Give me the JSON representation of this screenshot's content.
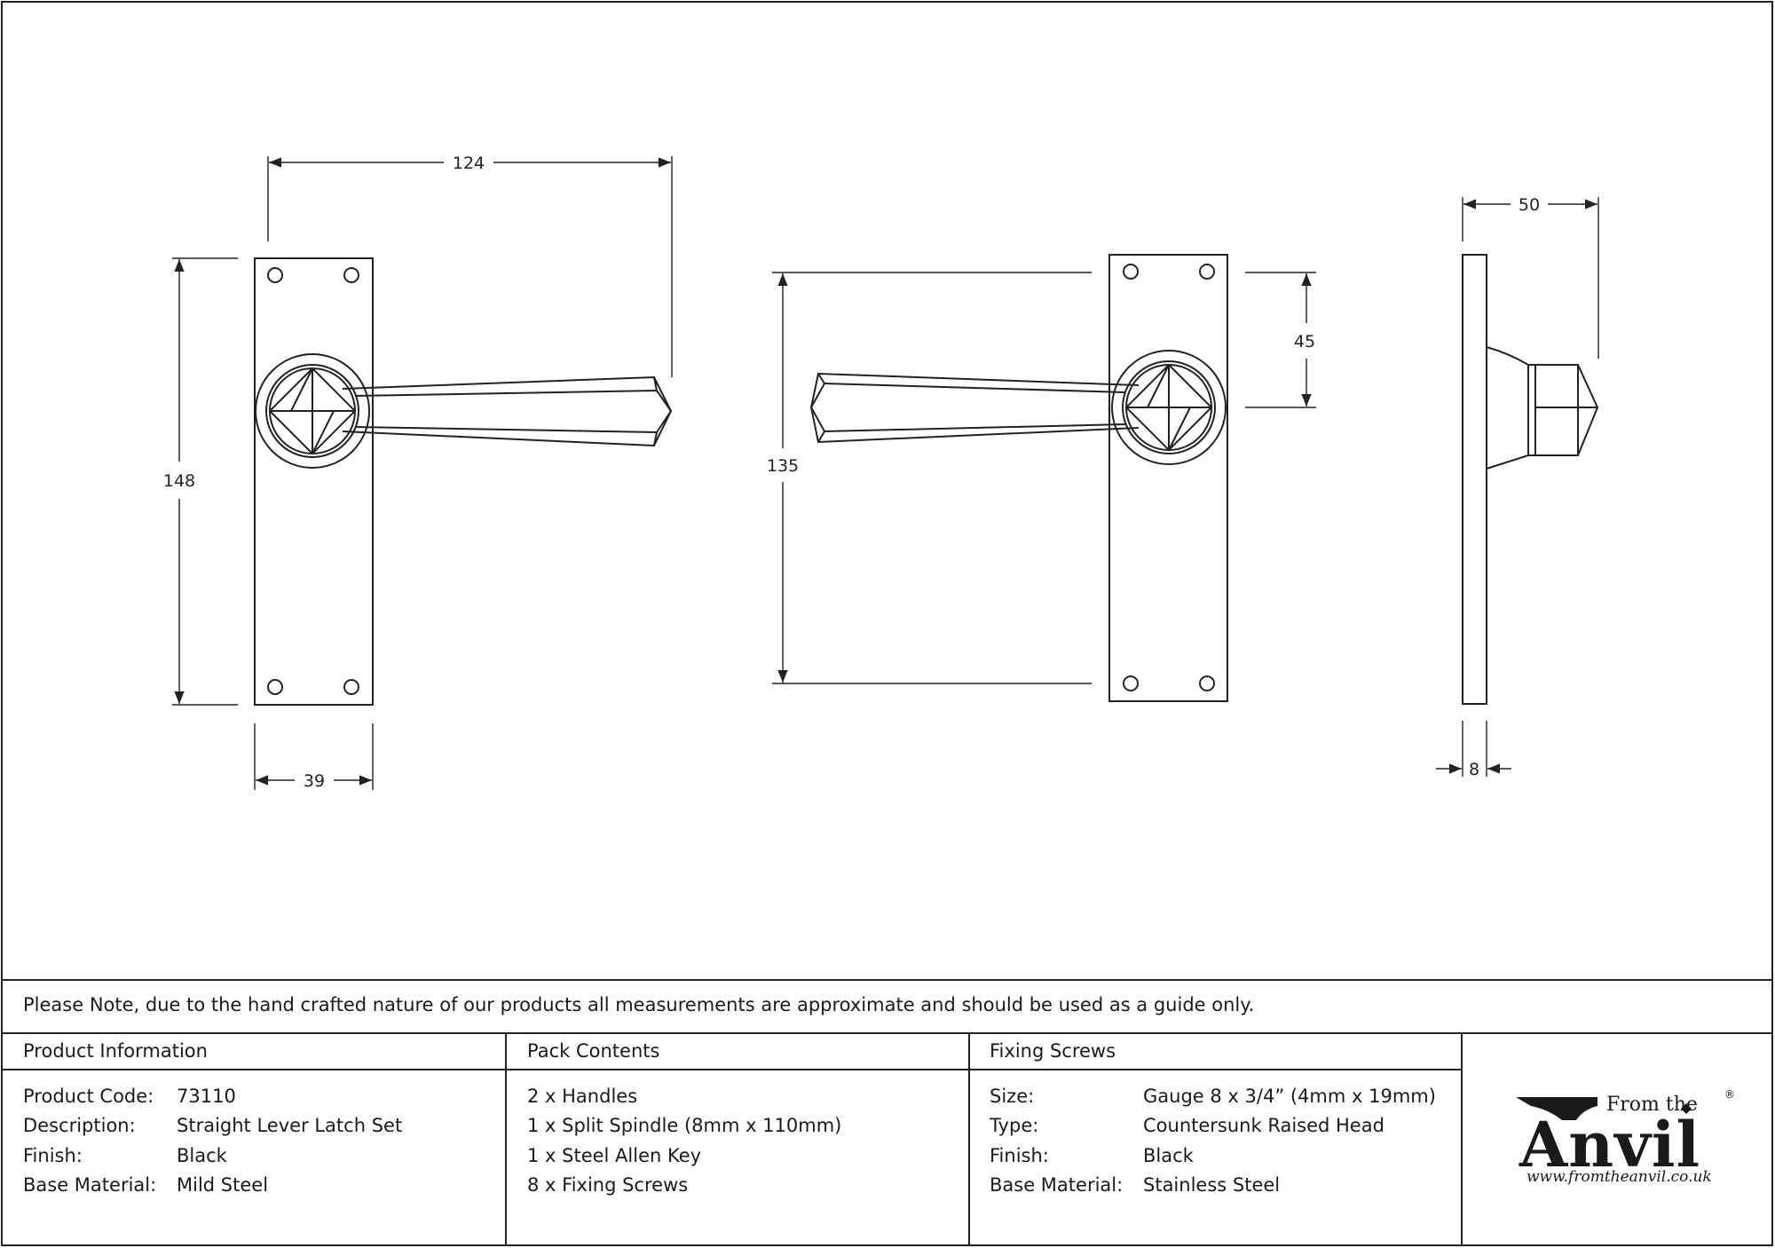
{
  "dimensions": {
    "width_total": "124",
    "height_plate": "148",
    "width_plate": "39",
    "height_handle": "135",
    "spindle_offset": "45",
    "projection": "50",
    "plate_thickness": "8"
  },
  "note": "Please Note, due to the hand crafted nature of our products all measurements are approximate and should be used as a guide only.",
  "product_info": {
    "heading": "Product Information",
    "rows": [
      {
        "label": "Product Code:",
        "value": "73110"
      },
      {
        "label": "Description:",
        "value": "Straight Lever Latch Set"
      },
      {
        "label": "Finish:",
        "value": "Black"
      },
      {
        "label": "Base Material:",
        "value": "Mild Steel"
      }
    ]
  },
  "pack_contents": {
    "heading": "Pack Contents",
    "items": [
      "2 x Handles",
      "1 x Split Spindle (8mm x 110mm)",
      "1 x Steel Allen Key",
      "8 x Fixing Screws"
    ]
  },
  "fixing_screws": {
    "heading": "Fixing Screws",
    "rows": [
      {
        "label": "Size:",
        "value": "Gauge 8 x 3/4” (4mm x 19mm)"
      },
      {
        "label": "Type:",
        "value": "Countersunk Raised Head"
      },
      {
        "label": "Finish:",
        "value": "Black"
      },
      {
        "label": "Base Material:",
        "value": "Stainless Steel"
      }
    ]
  },
  "logo": {
    "from_the": "From the",
    "anvil": "Anvil",
    "registered": "®",
    "url": "www.fromtheanvil.co.uk"
  }
}
